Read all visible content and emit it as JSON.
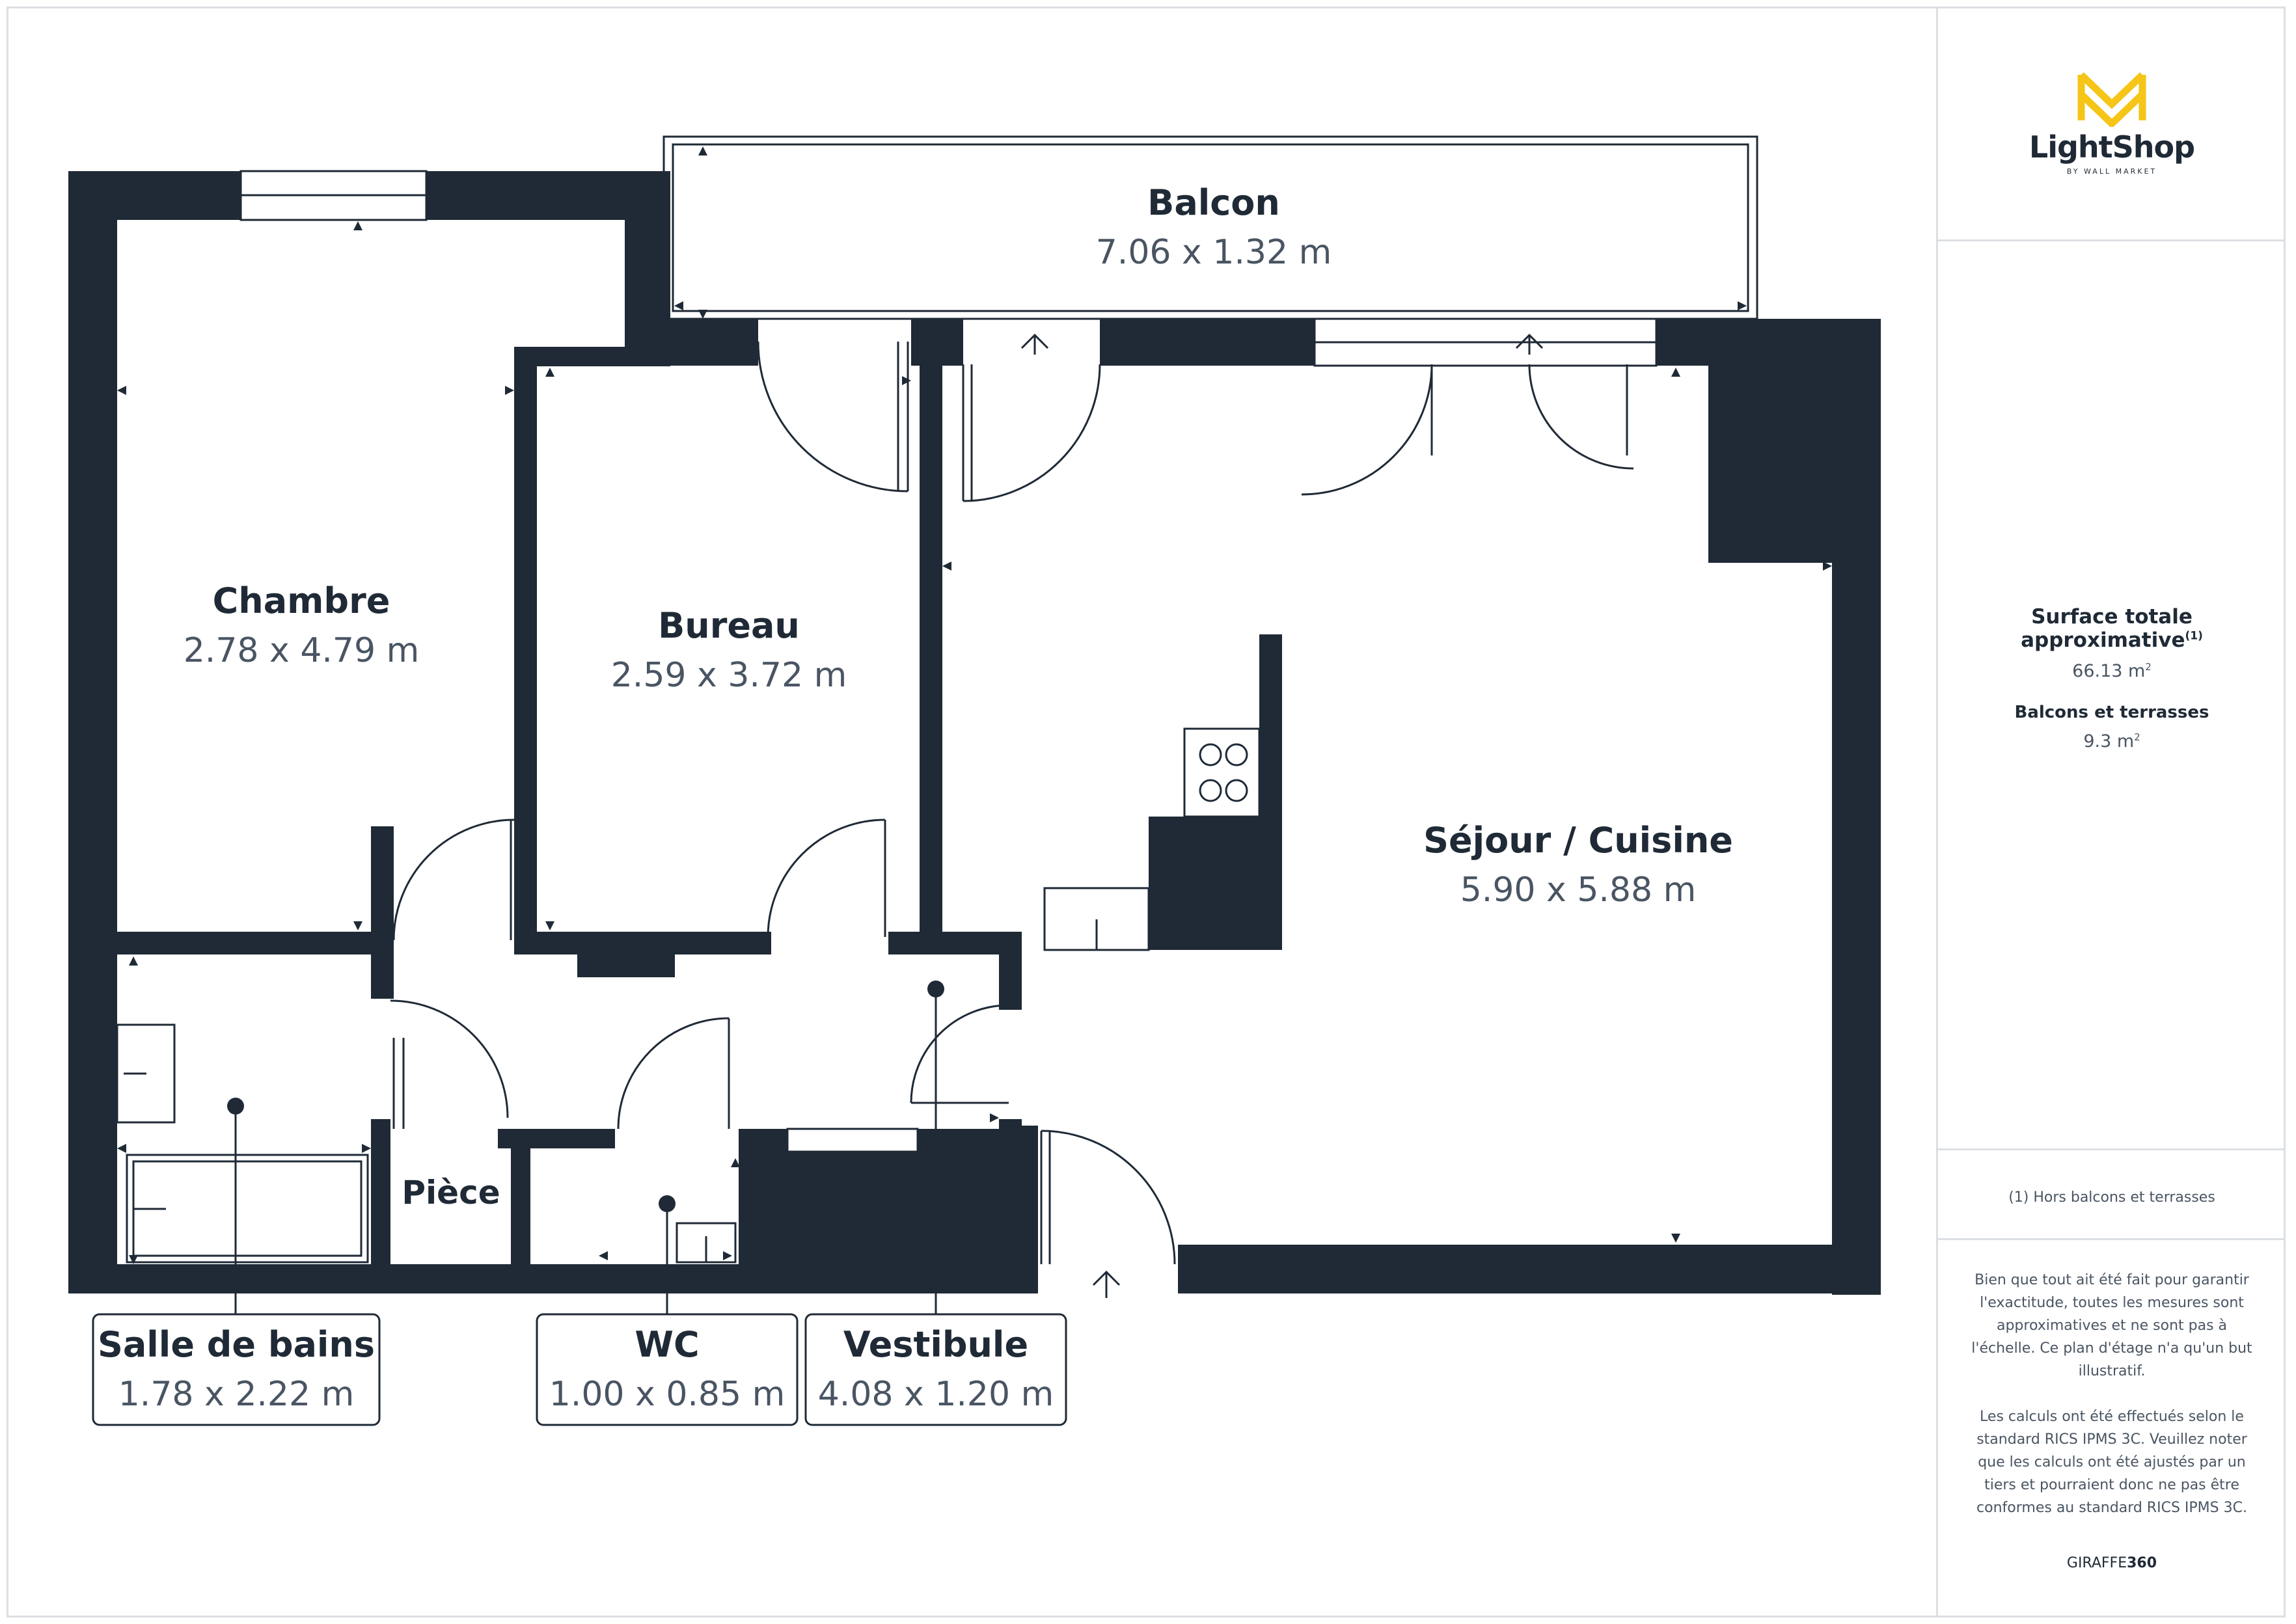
{
  "brand": {
    "name": "LightShop",
    "subtitle": "BY WALL MARKET",
    "accent_color": "#f5c518"
  },
  "rooms": {
    "balcon": {
      "name": "Balcon",
      "dim": "7.06 x 1.32 m"
    },
    "chambre": {
      "name": "Chambre",
      "dim": "2.78 x 4.79 m"
    },
    "bureau": {
      "name": "Bureau",
      "dim": "2.59 x 3.72 m"
    },
    "sejour": {
      "name": "Séjour / Cuisine",
      "dim": "5.90 x 5.88 m"
    },
    "piece": {
      "name": "Pièce"
    },
    "salle_de_bains": {
      "name": "Salle de bains",
      "dim": "1.78 x 2.22 m"
    },
    "wc": {
      "name": "WC",
      "dim": "1.00 x 0.85 m"
    },
    "vestibule": {
      "name": "Vestibule",
      "dim": "4.08 x 1.20 m"
    }
  },
  "summary": {
    "total_label": "Surface totale approximative",
    "total_footnote": "(1)",
    "total_value": "66.13 m",
    "balcony_label": "Balcons et terrasses",
    "balcony_value": "9.3 m",
    "unit_sup": "2"
  },
  "footnote": "(1) Hors balcons et terrasses",
  "disclaimer": {
    "p1": "Bien que tout ait été fait pour garantir l'exactitude, toutes les mesures sont approximatives et ne sont pas à l'échelle. Ce plan d'étage n'a qu'un but illustratif.",
    "p2": "Les calculs ont été effectués selon le standard RICS IPMS 3C. Veuillez noter que les calculs ont été ajustés par un tiers et pourraient donc ne pas être conformes au standard RICS IPMS 3C."
  },
  "credit": {
    "prefix": "GIRAFFE",
    "suffix": "360"
  }
}
